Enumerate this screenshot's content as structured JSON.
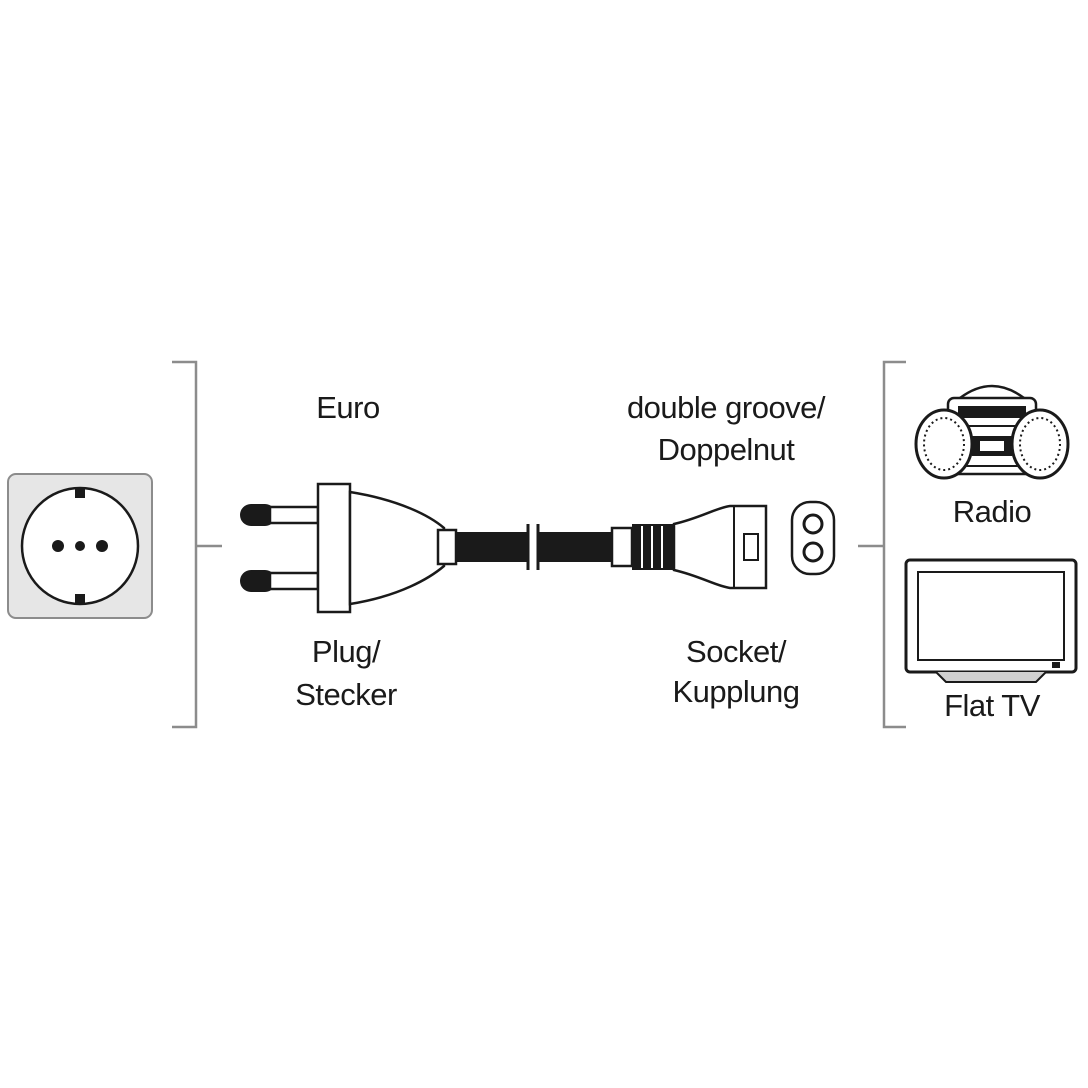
{
  "labels": {
    "euro": "Euro",
    "plug_line1": "Plug/",
    "plug_line2": "Stecker",
    "groove_line1": "double groove/",
    "groove_line2": "Doppelnut",
    "socket_line1": "Socket/",
    "socket_line2": "Kupplung",
    "radio": "Radio",
    "flat_tv": "Flat TV"
  },
  "colors": {
    "ink": "#1a1a1a",
    "bracket": "#8c8c8c",
    "outlet_bg": "#e6e6e6"
  },
  "icons": [
    "wall-socket-icon",
    "euro-plug-icon",
    "cable",
    "c7-connector-icon",
    "figure-8-inlet-icon",
    "radio-icon",
    "flat-tv-icon"
  ]
}
